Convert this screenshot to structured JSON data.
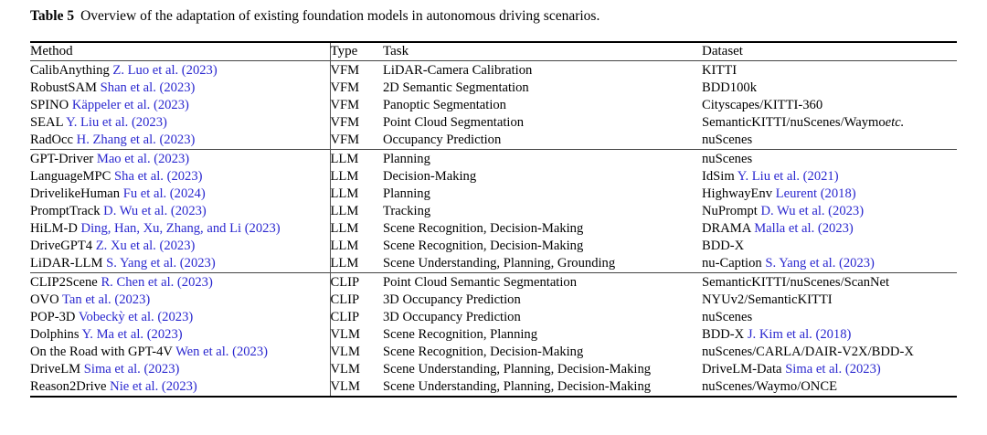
{
  "caption": {
    "label": "Table 5",
    "text": "Overview of the adaptation of existing foundation models in autonomous driving scenarios."
  },
  "colors": {
    "citation_blue": "#2a27cf",
    "text_black": "#000000",
    "rule": "#000000"
  },
  "table": {
    "headers": {
      "method": "Method",
      "type": "Type",
      "task": "Task",
      "dataset": "Dataset"
    },
    "groups": [
      {
        "group_type": "VFM",
        "rows": [
          {
            "method_name": "CalibAnything",
            "method_cite": "Z. Luo et al. (2023)",
            "type": "VFM",
            "task": "LiDAR-Camera Calibration",
            "dataset_name": "KITTI",
            "dataset_cite": "",
            "dataset_italic": ""
          },
          {
            "method_name": "RobustSAM",
            "method_cite": "Shan et al. (2023)",
            "type": "VFM",
            "task": "2D Semantic Segmentation",
            "dataset_name": "BDD100k",
            "dataset_cite": "",
            "dataset_italic": ""
          },
          {
            "method_name": "SPINO",
            "method_cite": "Käppeler et al. (2023)",
            "type": "VFM",
            "task": "Panoptic Segmentation",
            "dataset_name": "Cityscapes/KITTI-360",
            "dataset_cite": "",
            "dataset_italic": ""
          },
          {
            "method_name": "SEAL",
            "method_cite": "Y. Liu et al. (2023)",
            "type": "VFM",
            "task": "Point Cloud Segmentation",
            "dataset_name": "SemanticKITTI/nuScenes/Waymo",
            "dataset_cite": "",
            "dataset_italic": "etc."
          },
          {
            "method_name": "RadOcc",
            "method_cite": "H. Zhang et al. (2023)",
            "type": "VFM",
            "task": "Occupancy Prediction",
            "dataset_name": "nuScenes",
            "dataset_cite": "",
            "dataset_italic": ""
          }
        ]
      },
      {
        "group_type": "LLM",
        "rows": [
          {
            "method_name": "GPT-Driver",
            "method_cite": "Mao et al. (2023)",
            "type": "LLM",
            "task": "Planning",
            "dataset_name": "nuScenes",
            "dataset_cite": "",
            "dataset_italic": ""
          },
          {
            "method_name": "LanguageMPC",
            "method_cite": "Sha et al. (2023)",
            "type": "LLM",
            "task": "Decision-Making",
            "dataset_name": "IdSim",
            "dataset_cite": "Y. Liu et al. (2021)",
            "dataset_italic": ""
          },
          {
            "method_name": "DrivelikeHuman",
            "method_cite": "Fu et al. (2024)",
            "type": "LLM",
            "task": "Planning",
            "dataset_name": "HighwayEnv",
            "dataset_cite": "Leurent (2018)",
            "dataset_italic": ""
          },
          {
            "method_name": "PromptTrack",
            "method_cite": "D. Wu et al. (2023)",
            "type": "LLM",
            "task": "Tracking",
            "dataset_name": "NuPrompt",
            "dataset_cite": "D. Wu et al. (2023)",
            "dataset_italic": ""
          },
          {
            "method_name": "HiLM-D",
            "method_cite": "Ding, Han, Xu, Zhang, and Li (2023)",
            "type": "LLM",
            "task": "Scene Recognition, Decision-Making",
            "dataset_name": "DRAMA",
            "dataset_cite": "Malla et al. (2023)",
            "dataset_italic": ""
          },
          {
            "method_name": "DriveGPT4",
            "method_cite": "Z. Xu et al. (2023)",
            "type": "LLM",
            "task": "Scene Recognition, Decision-Making",
            "dataset_name": "BDD-X",
            "dataset_cite": "",
            "dataset_italic": ""
          },
          {
            "method_name": "LiDAR-LLM",
            "method_cite": "S. Yang et al. (2023)",
            "type": "LLM",
            "task": "Scene Understanding, Planning, Grounding",
            "dataset_name": "nu-Caption",
            "dataset_cite": "S. Yang et al. (2023)",
            "dataset_italic": ""
          }
        ]
      },
      {
        "group_type": "CLIP/VLM",
        "rows": [
          {
            "method_name": "CLIP2Scene",
            "method_cite": "R. Chen et al. (2023)",
            "type": "CLIP",
            "task": "Point Cloud Semantic Segmentation",
            "dataset_name": "SemanticKITTI/nuScenes/ScanNet",
            "dataset_cite": "",
            "dataset_italic": ""
          },
          {
            "method_name": "OVO",
            "method_cite": "Tan et al. (2023)",
            "type": "CLIP",
            "task": "3D Occupancy Prediction",
            "dataset_name": "NYUv2/SemanticKITTI",
            "dataset_cite": "",
            "dataset_italic": ""
          },
          {
            "method_name": "POP-3D",
            "method_cite": "Vobeckỳ et al. (2023)",
            "type": "CLIP",
            "task": "3D Occupancy Prediction",
            "dataset_name": "nuScenes",
            "dataset_cite": "",
            "dataset_italic": ""
          },
          {
            "method_name": "Dolphins",
            "method_cite": "Y. Ma et al. (2023)",
            "type": "VLM",
            "task": "Scene Recognition, Planning",
            "dataset_name": "BDD-X",
            "dataset_cite": "J. Kim et al. (2018)",
            "dataset_italic": ""
          },
          {
            "method_name": "On the Road with GPT-4V",
            "method_cite": "Wen et al. (2023)",
            "type": "VLM",
            "task": "Scene Recognition, Decision-Making",
            "dataset_name": "nuScenes/CARLA/DAIR-V2X/BDD-X",
            "dataset_cite": "",
            "dataset_italic": ""
          },
          {
            "method_name": "DriveLM",
            "method_cite": "Sima et al. (2023)",
            "type": "VLM",
            "task": "Scene Understanding, Planning, Decision-Making",
            "dataset_name": "DriveLM-Data",
            "dataset_cite": "Sima et al. (2023)",
            "dataset_italic": ""
          },
          {
            "method_name": "Reason2Drive",
            "method_cite": "Nie et al. (2023)",
            "type": "VLM",
            "task": "Scene Understanding, Planning, Decision-Making",
            "dataset_name": "nuScenes/Waymo/ONCE",
            "dataset_cite": "",
            "dataset_italic": ""
          }
        ]
      }
    ]
  }
}
